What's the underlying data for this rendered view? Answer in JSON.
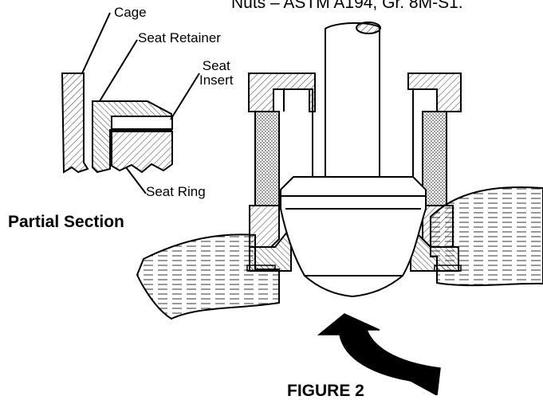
{
  "header_note": "Nuts – ASTM A194, Gr. 8M-S1.",
  "callouts": {
    "cage": "Cage",
    "seat_retainer": "Seat Retainer",
    "seat_insert_line1": "Seat",
    "seat_insert_line2": "Insert",
    "seat_ring": "Seat Ring"
  },
  "partial_section_title": "Partial Section",
  "figure_caption": "FIGURE 2",
  "colors": {
    "ink": "#000000",
    "paper": "#ffffff"
  },
  "icons": [
    "flow-direction-arrow-icon"
  ]
}
